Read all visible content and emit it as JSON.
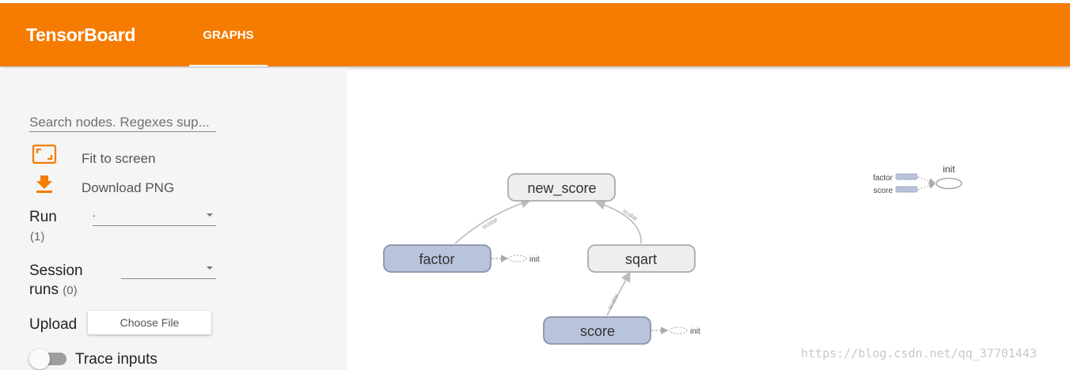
{
  "header": {
    "brand": "TensorBoard",
    "tab": "GRAPHS",
    "color": "#f57c00"
  },
  "sidebar": {
    "search_placeholder": "Search nodes. Regexes sup...",
    "fit_to_screen": "Fit to screen",
    "download_png": "Download PNG",
    "run_label": "Run",
    "run_count": "(1)",
    "run_value": ".",
    "session_label_1": "Session",
    "session_label_2": "runs",
    "session_count": "(0)",
    "upload_label": "Upload",
    "choose_file": "Choose File",
    "trace_inputs": "Trace inputs",
    "icon_color": "#f57c00"
  },
  "graph": {
    "nodes": {
      "new_score": "new_score",
      "factor": "factor",
      "sqart": "sqart",
      "score": "score"
    },
    "edge_label": "scalar",
    "init_label": "init",
    "aux_init": "init",
    "aux_factor": "factor",
    "aux_score": "score",
    "op_fill": "#eeeeee",
    "var_fill": "#b8c3dc"
  },
  "watermark": "https://blog.csdn.net/qq_37701443"
}
